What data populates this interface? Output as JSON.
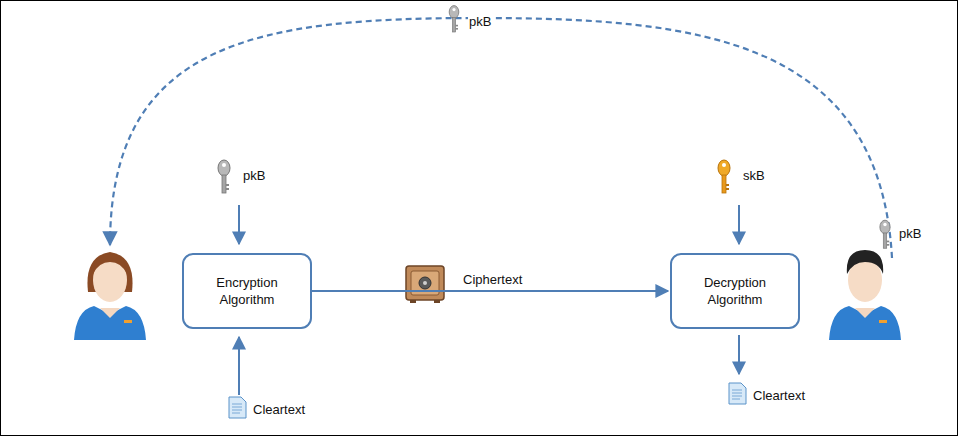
{
  "diagram": {
    "nodes": [
      {
        "text": [
          "Encryption Algorithm"
        ]
      },
      {
        "text": [
          "Decryption Algorithm"
        ]
      }
    ],
    "edges": [
      {
        "from": 0,
        "to": 1,
        "arrow": "to"
      }
    ],
    "labels": [
      "pkB",
      "pkB",
      "skB",
      "pkB",
      "Ciphertext",
      "Cleartext",
      "Cleartext"
    ]
  }
}
